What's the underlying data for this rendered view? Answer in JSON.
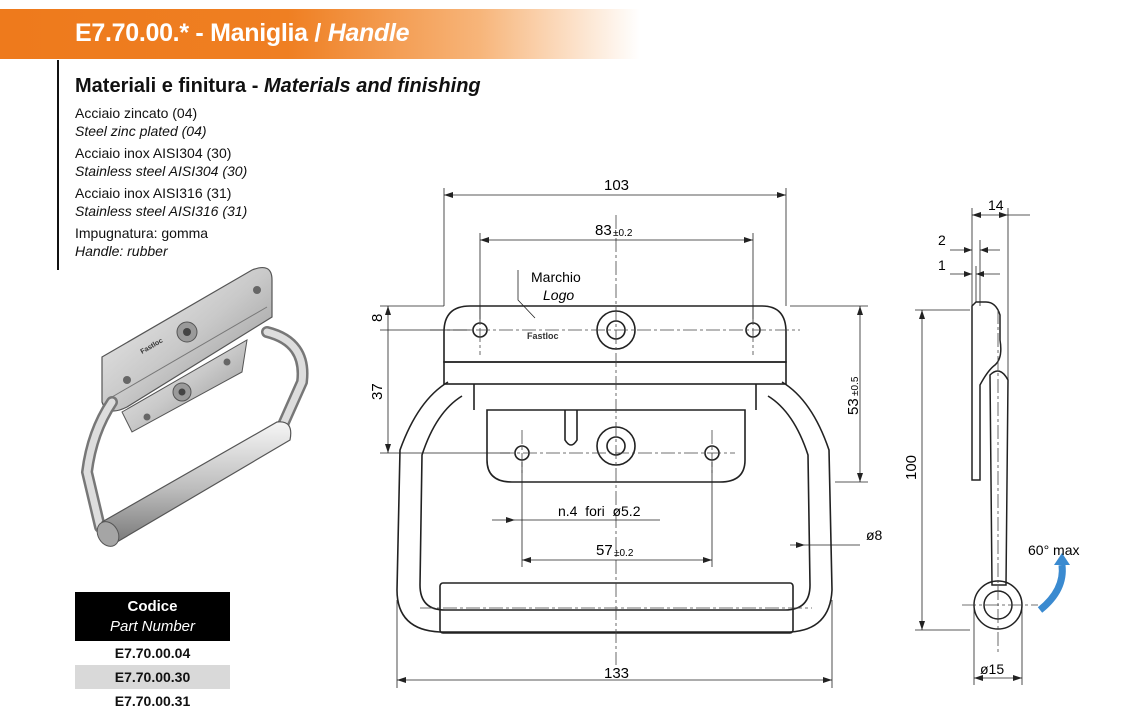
{
  "header": {
    "code": "E7.70.00.*",
    "it": "Maniglia",
    "sep": "/",
    "en": "Handle",
    "dash": "-"
  },
  "materials": {
    "title_it": "Materiali e finitura",
    "title_en": "Materials and finishing",
    "items": [
      {
        "it": "Acciaio zincato (04)",
        "en": "Steel zinc plated (04)"
      },
      {
        "it": "Acciaio inox AISI304 (30)",
        "en": "Stainless steel AISI304 (30)"
      },
      {
        "it": "Acciaio inox AISI316 (31)",
        "en": "Stainless steel AISI316 (31)"
      },
      {
        "it": "Impugnatura: gomma",
        "en": "Handle: rubber"
      }
    ]
  },
  "codes": {
    "header_it": "Codice",
    "header_en": "Part Number",
    "rows": [
      "E7.70.00.04",
      "E7.70.00.30",
      "E7.70.00.31"
    ]
  },
  "drawing": {
    "dim_103": "103",
    "dim_83": "83",
    "tol_83": "±0.2",
    "marchio": "Marchio",
    "logo": "Logo",
    "logo_text": "Fastloc",
    "dim_8": "8",
    "dim_37": "37",
    "dim_53": "53",
    "tol_53": "±0.5",
    "holes": "n.4  fori  ø5.2",
    "dim_57": "57",
    "tol_57": "±0.2",
    "dia_8": "ø8",
    "dim_133": "133",
    "dim_14": "14",
    "dim_2": "2",
    "dim_1": "1",
    "dim_100": "100",
    "angle": "60° max",
    "dia_15": "ø15"
  },
  "colors": {
    "accent": "#ee7a1c",
    "code_header_bg": "#000000",
    "row_shade": "#d9d9d9"
  }
}
